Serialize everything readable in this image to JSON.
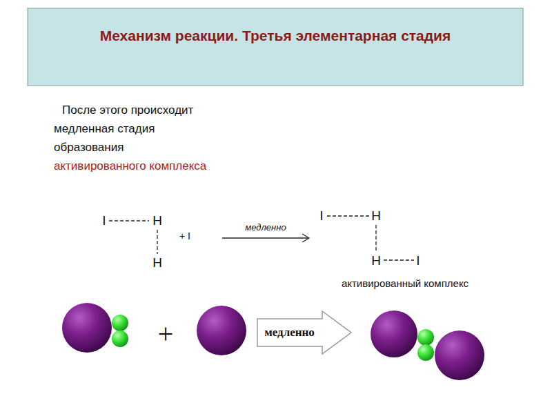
{
  "diagram": {
    "title": "Механизм реакции. Третья элементарная стадия",
    "nodes": [
      {
        "text": [
          "медленно"
        ]
      }
    ],
    "labels": [
      "После этого происходит медленная стадия образования",
      "активированного комплекса",
      "I",
      "H",
      "H",
      "+ I",
      "медленно",
      "I",
      "H",
      "H",
      "I",
      "активированный комплекс",
      "+"
    ]
  }
}
